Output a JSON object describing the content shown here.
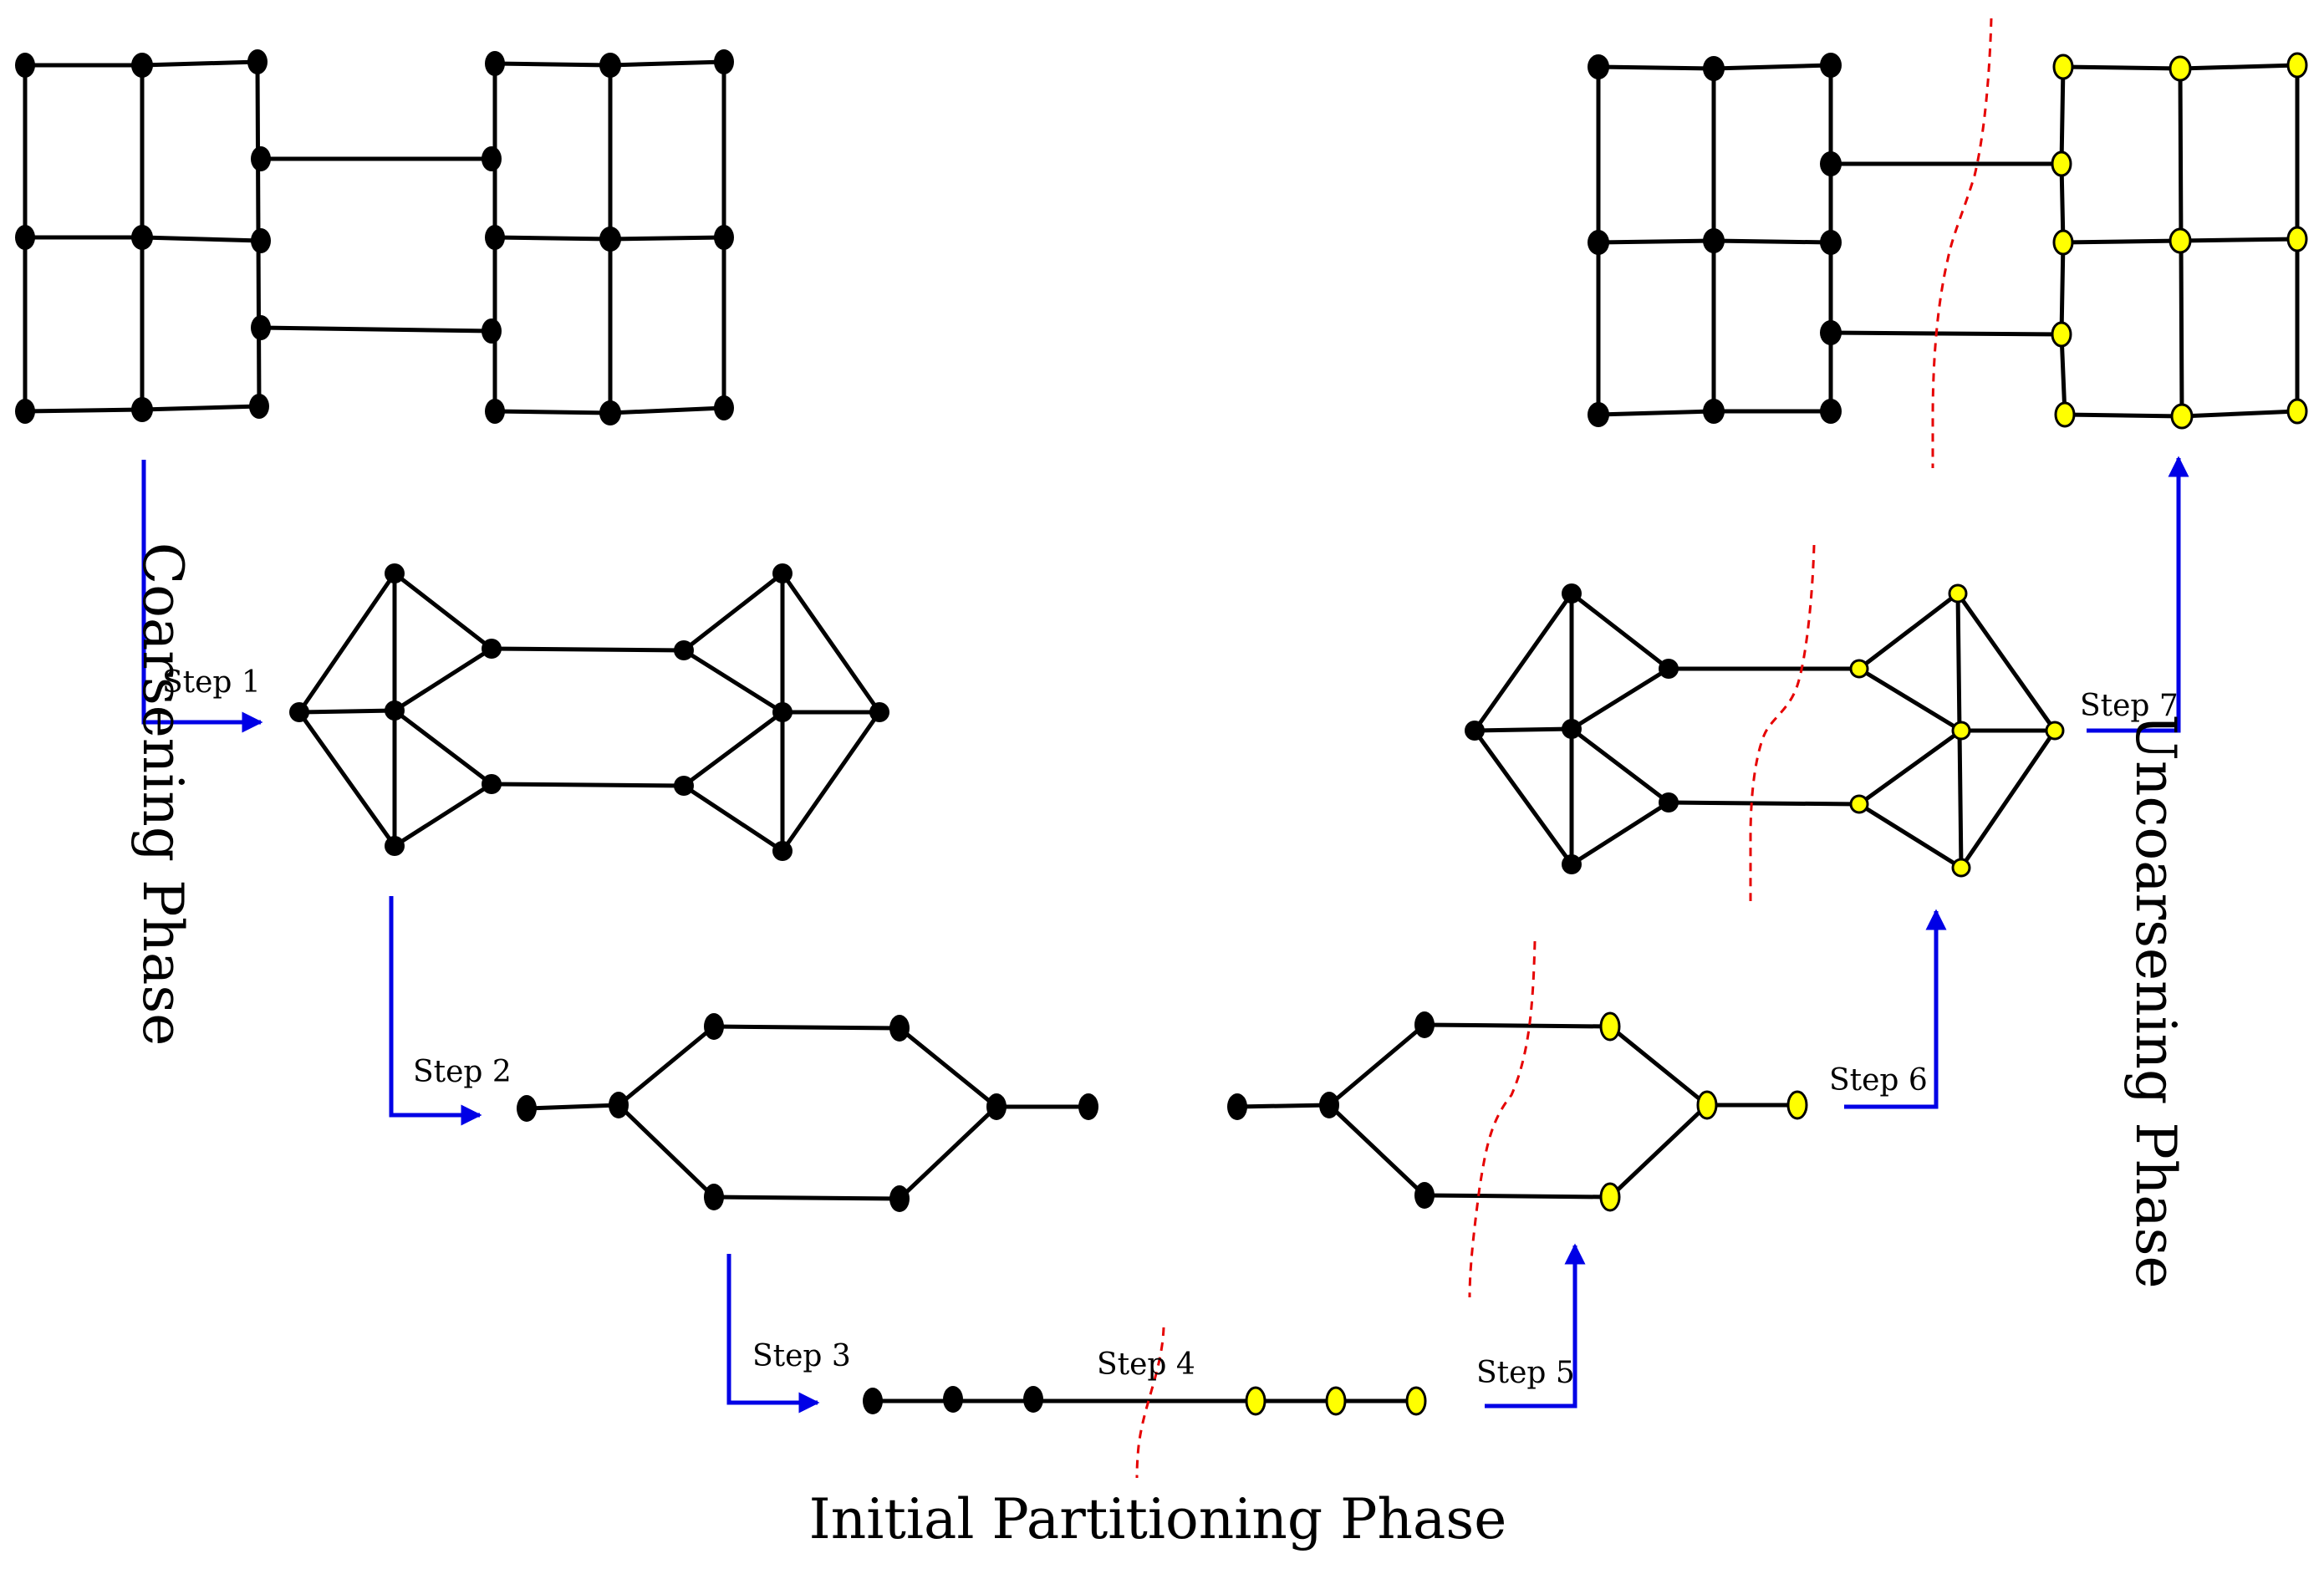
{
  "colors": {
    "node_dark": "#000000",
    "node_part": "#ffff00",
    "edge": "#000000",
    "arrow": "#0000e6",
    "cut": "#e60000"
  },
  "steps": {
    "s1": "Step 1",
    "s2": "Step 2",
    "s3": "Step 3",
    "s4": "Step 4",
    "s5": "Step 5",
    "s6": "Step 6",
    "s7": "Step 7"
  },
  "phases": {
    "coarsening": "Coarsening Phase",
    "initial": "Initial Partitioning Phase",
    "uncoarsening": "Uncoarsening Phase"
  }
}
